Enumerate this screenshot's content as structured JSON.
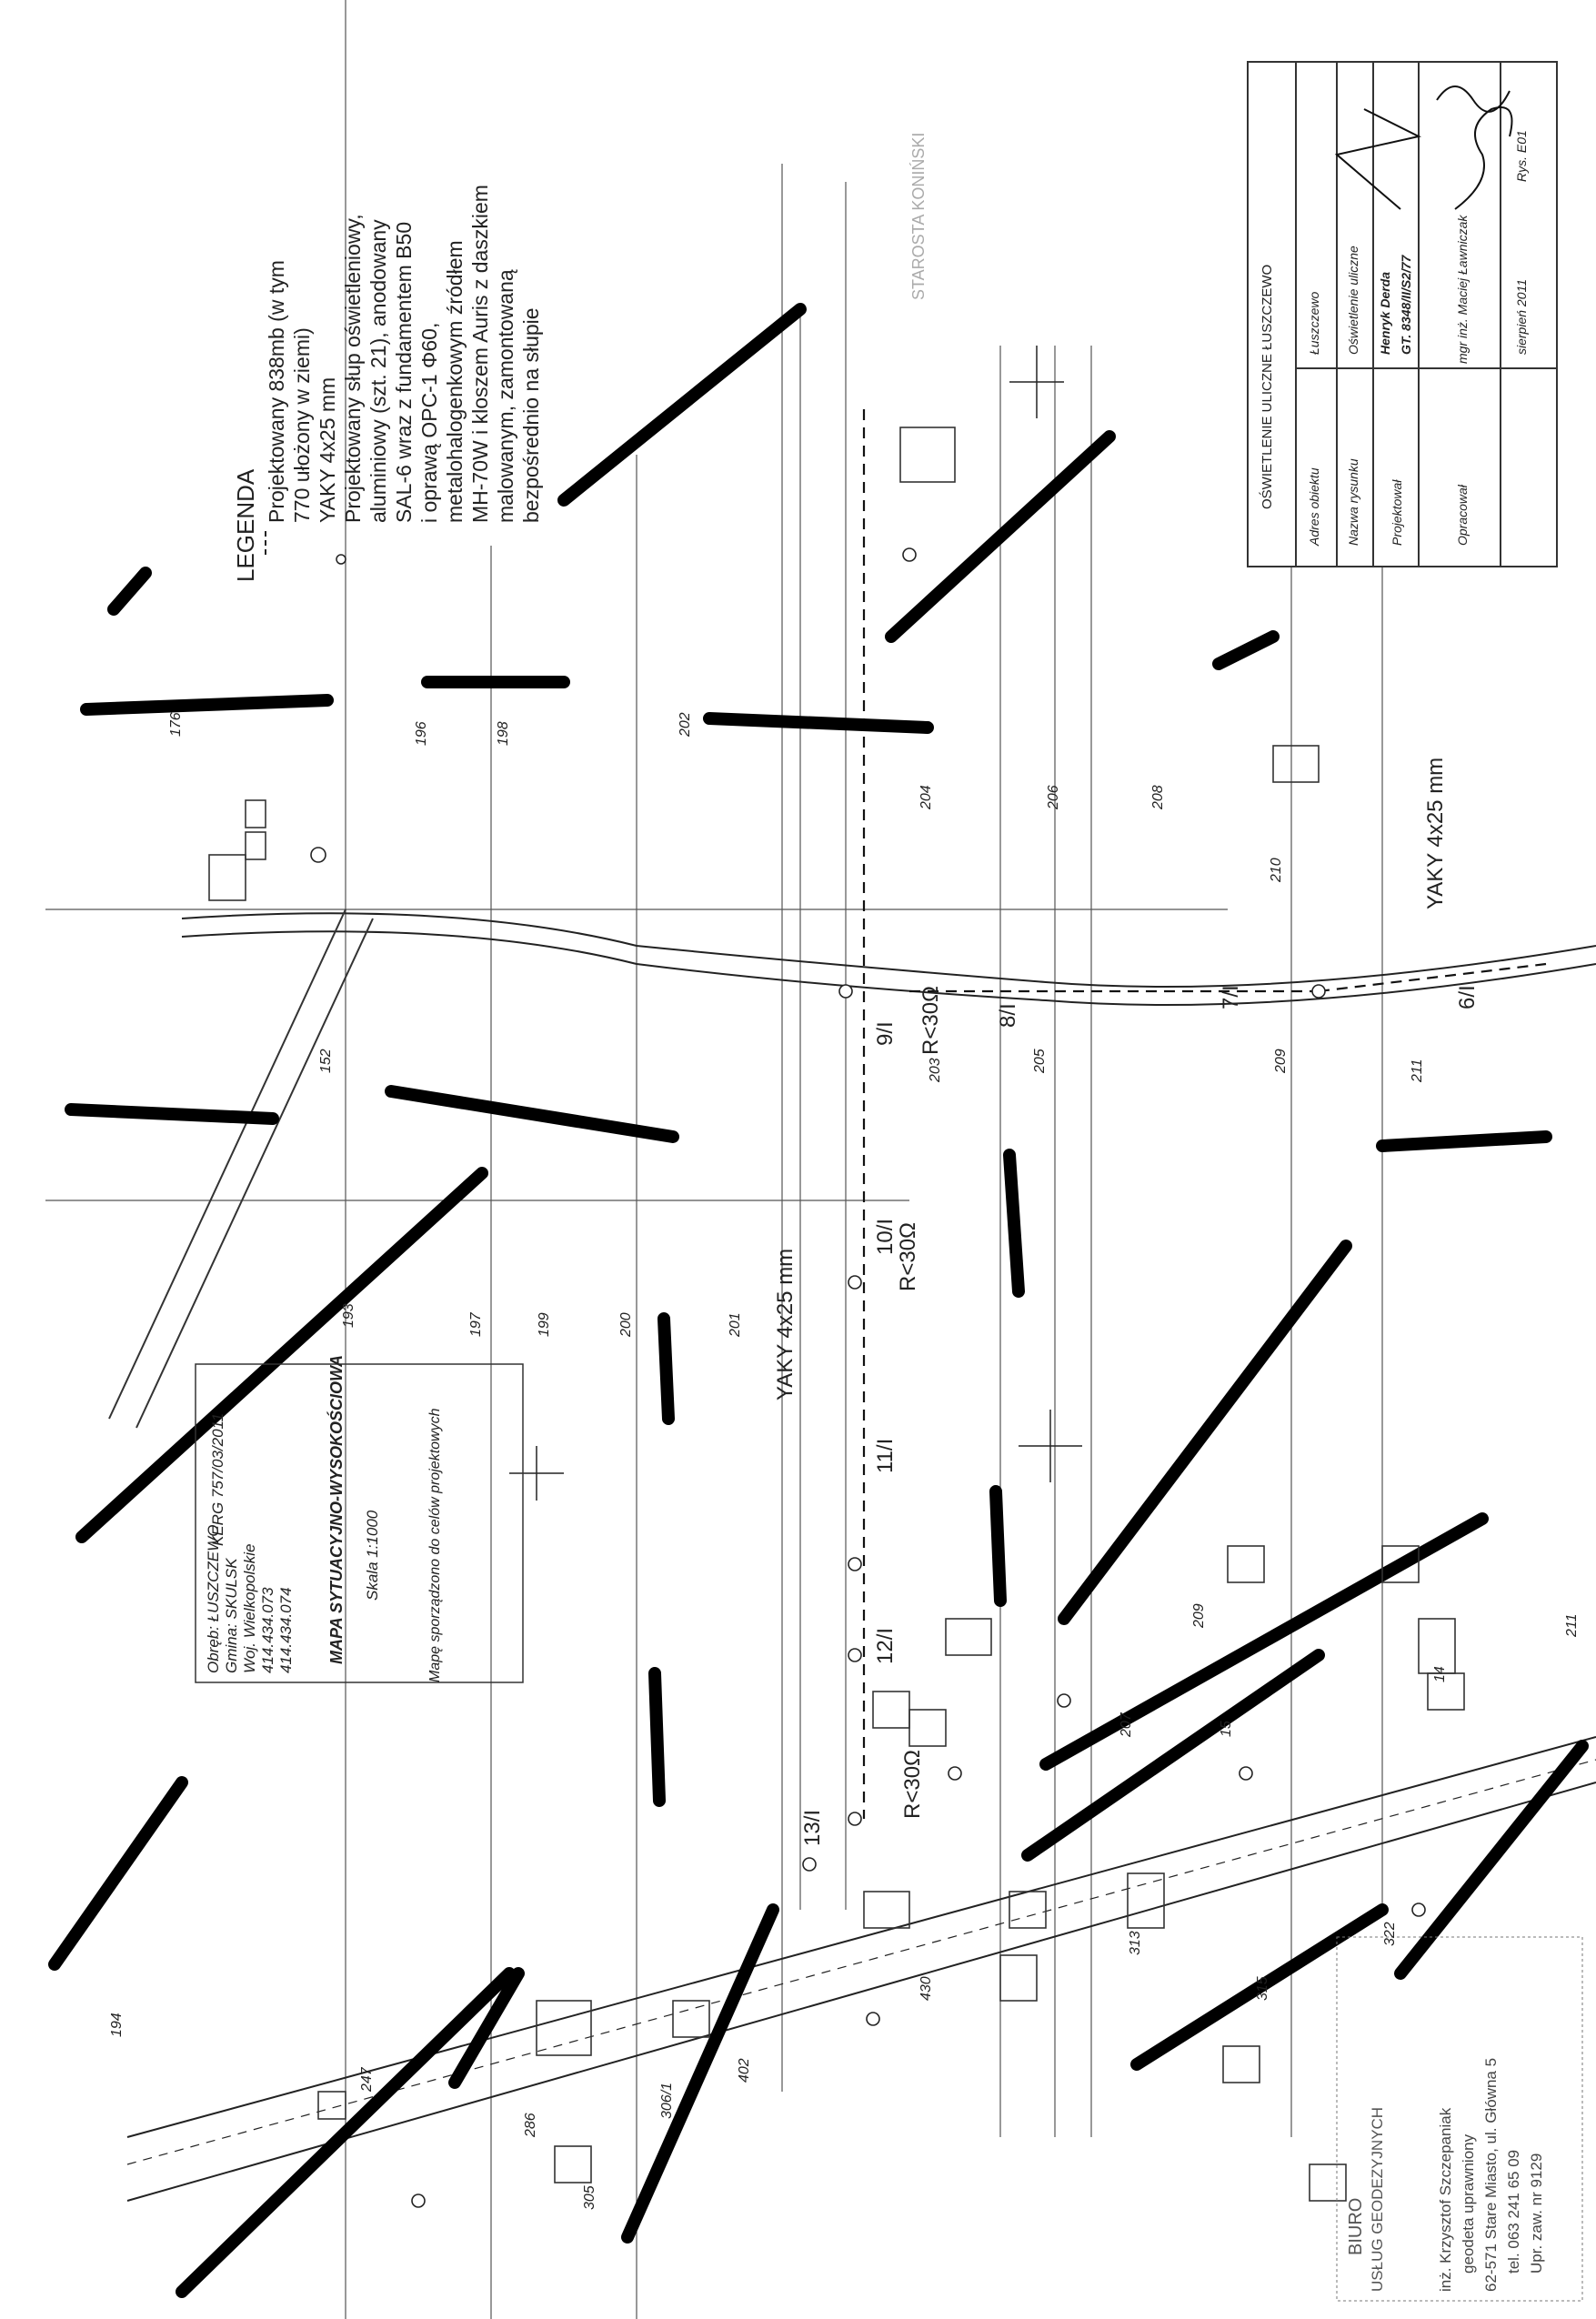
{
  "legend": {
    "title": "LEGENDA",
    "line1": "Projektowany 838mb (w tym",
    "line2": "770 ułożony w ziemi)",
    "line3": "YAKY 4x25 mm",
    "line4": "Projektowany słup oświetleniowy,",
    "line5": "aluminiowy (szt. 21), anodowany",
    "line6": "SAL-6 wraz z fundamentem B50",
    "line7": "i oprawą OPC-1 Φ60,",
    "line8": "metalohalogenkowym źródłem",
    "line9": "MH-70W i kloszem Auris z daszkiem",
    "line10": "malowanym, zamontowaną",
    "line11": "bezpośrednio na słupie"
  },
  "title_block": {
    "title": "OŚWIETLENIE ULICZNE ŁUSZCZEWO",
    "address_label": "Adres obiektu",
    "address_value": "Łuszczewo",
    "drawing_label": "Nazwa rysunku",
    "drawing_value": "Oświetlenie uliczne",
    "designer_label": "Projektował",
    "designer_name": "Henryk Derda",
    "designer_license": "GT. 8348/II/S2/77",
    "prepared_label": "Opracował",
    "prepared_name": "mgr inż. Maciej Ławniczak",
    "date": "sierpień 2011",
    "sheet": "Rys. E01"
  },
  "map_info": {
    "line1": "Obręb: ŁUSZCZEWO",
    "line2": "Gmina: SKULSK",
    "line3": "Woj. Wielkopolskie",
    "line4": "414.434.073",
    "line5": "414.434.074",
    "kerg": "KERG 757/03/2011",
    "title": "MAPA SYTUACYJNO-WYSOKOŚCIOWA",
    "scale": "Skala 1:1000",
    "note": "Mapę sporządzono do celów projektowych"
  },
  "cable_labels": {
    "a": "YAKY 4x25 mm",
    "b": "YAKY 4x25 mm"
  },
  "poles": [
    "6/I",
    "7/I",
    "8/I",
    "9/I",
    "10/I",
    "11/I",
    "12/I",
    "13/I"
  ],
  "resistance": {
    "r1": "R<30Ω",
    "r2": "R<30Ω",
    "r3": "R<30Ω"
  },
  "parcels": [
    "176",
    "196",
    "198",
    "202",
    "204",
    "206",
    "208",
    "210",
    "205",
    "203",
    "209",
    "211",
    "193",
    "197",
    "199",
    "200",
    "201",
    "152",
    "207",
    "209",
    "14",
    "15",
    "313",
    "315",
    "322",
    "430",
    "402",
    "306/1",
    "305",
    "286",
    "247",
    "194",
    "211"
  ],
  "stamp": {
    "l1": "BIURO",
    "l2": "USŁUG GEODEZYJNYCH",
    "l3": "inż. Krzysztof Szczepaniak",
    "l4": "geodeta uprawniony",
    "l5": "62-571 Stare Miasto, ul. Główna 5",
    "l6": "tel. 063 241 65 09",
    "l7": "Upr. zaw. nr 9129"
  },
  "starosta": "STAROSTA KONIŃSKI"
}
